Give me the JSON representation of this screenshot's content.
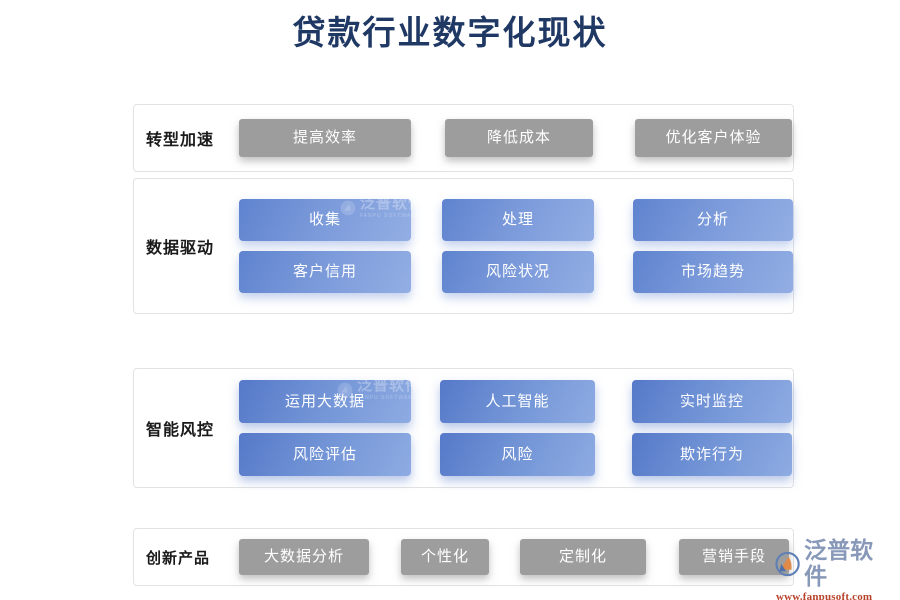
{
  "page": {
    "title": "贷款行业数字化现状",
    "title_color": "#1f3864",
    "background": "#ffffff"
  },
  "sections": [
    {
      "id": "transform",
      "label": "转型加速",
      "style": "gray",
      "rows": [
        [
          "提高效率",
          "降低成本",
          "优化客户体验"
        ]
      ]
    },
    {
      "id": "data",
      "label": "数据驱动",
      "style": "blue",
      "rows": [
        [
          "收集",
          "处理",
          "分析"
        ],
        [
          "客户信用",
          "风险状况",
          "市场趋势"
        ]
      ]
    },
    {
      "id": "risk",
      "label": "智能风控",
      "style": "blue-strong",
      "rows": [
        [
          "运用大数据",
          "人工智能",
          "实时监控"
        ],
        [
          "风险评估",
          "风险",
          "欺诈行为"
        ]
      ]
    },
    {
      "id": "product",
      "label": "创新产品",
      "style": "gray",
      "rows": [
        [
          "大数据分析",
          "个性化",
          "定制化",
          "营销手段"
        ]
      ]
    }
  ],
  "watermark": {
    "text": "泛普软件",
    "subtext": "FANPU SOFTWARE"
  },
  "brand": {
    "name": "泛普软件",
    "url": "www.fanpusoft.com",
    "name_color": "#8898b8",
    "url_color": "#b8412a",
    "icon_orange": "#e08a4a",
    "icon_blue": "#5f7fb5"
  },
  "colors": {
    "chip_gray": "#9d9d9d",
    "chip_blue_dark": "#5f83cf",
    "chip_blue_light": "#93aee4",
    "container_border": "#e2e2e4"
  }
}
